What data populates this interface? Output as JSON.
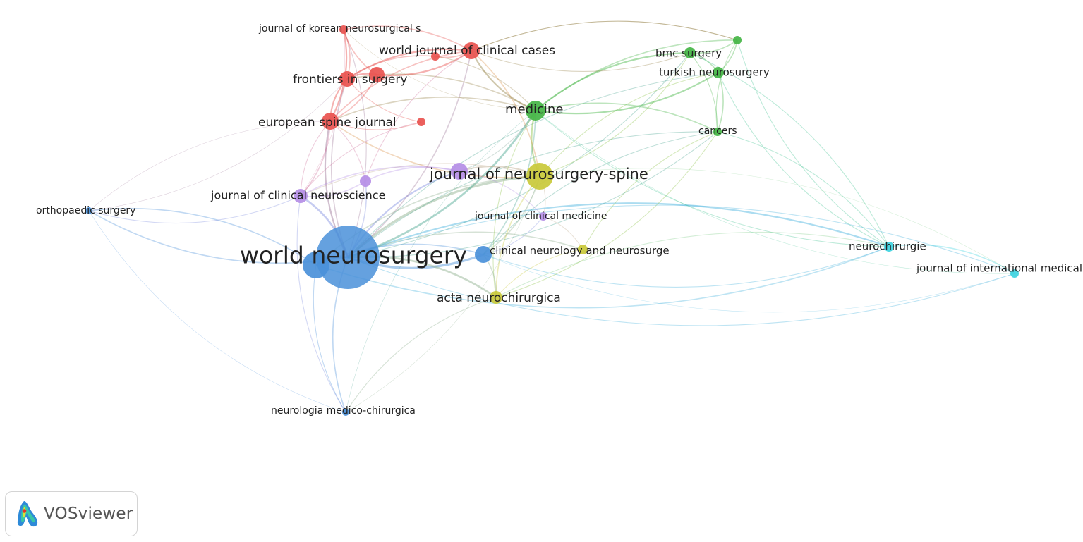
{
  "viewer": {
    "app_name": "VOSviewer"
  },
  "colors": {
    "red": "#e9534f",
    "green": "#44b545",
    "blue": "#4a90d9",
    "yellow": "#c9c93a",
    "purple": "#b58ee6",
    "cyan": "#3dd3e0"
  },
  "network": {
    "type": "journal co-citation map",
    "nodes": [
      {
        "id": "wn",
        "label": "world neurosurgery",
        "cluster": "blue",
        "weight": 100
      },
      {
        "id": "wnb",
        "label": "",
        "cluster": "blue",
        "weight": 14
      },
      {
        "id": "jns",
        "label": "journal of neurosurgery-spine",
        "cluster": "yellow",
        "weight": 18
      },
      {
        "id": "med",
        "label": "medicine",
        "cluster": "green",
        "weight": 14
      },
      {
        "id": "esj",
        "label": "european spine journal",
        "cluster": "red",
        "weight": 11
      },
      {
        "id": "wjcc",
        "label": "world journal of clinical cases",
        "cluster": "red",
        "weight": 11
      },
      {
        "id": "fis",
        "label": "frontiers in surgery",
        "cluster": "red",
        "weight": 10
      },
      {
        "id": "red4",
        "label": "",
        "cluster": "red",
        "weight": 8
      },
      {
        "id": "jkns",
        "label": "journal of korean neurosurgical s",
        "cluster": "red",
        "weight": 5
      },
      {
        "id": "red6",
        "label": "",
        "cluster": "red",
        "weight": 5
      },
      {
        "id": "red7",
        "label": "",
        "cluster": "red",
        "weight": 5
      },
      {
        "id": "cnn",
        "label": "clinical neurology and neurosurge",
        "cluster": "blue",
        "weight": 12
      },
      {
        "id": "an",
        "label": "acta neurochirurgica",
        "cluster": "yellow",
        "weight": 9
      },
      {
        "id": "yel3",
        "label": "",
        "cluster": "yellow",
        "weight": 7
      },
      {
        "id": "jcn",
        "label": "journal of clinical neuroscience",
        "cluster": "purple",
        "weight": 9
      },
      {
        "id": "pur2",
        "label": "",
        "cluster": "purple",
        "weight": 11
      },
      {
        "id": "pur3",
        "label": "",
        "cluster": "purple",
        "weight": 8
      },
      {
        "id": "jcm",
        "label": "journal of clinical medicine",
        "cluster": "purple",
        "weight": 5
      },
      {
        "id": "bmc",
        "label": "bmc surgery",
        "cluster": "green",
        "weight": 6
      },
      {
        "id": "tns",
        "label": "turkish neurosurgery",
        "cluster": "green",
        "weight": 6
      },
      {
        "id": "can",
        "label": "cancers",
        "cluster": "green",
        "weight": 5
      },
      {
        "id": "grn5",
        "label": "",
        "cluster": "green",
        "weight": 5
      },
      {
        "id": "nch",
        "label": "neurochirurgie",
        "cluster": "cyan",
        "weight": 6
      },
      {
        "id": "jim",
        "label": "journal of international medical",
        "cluster": "cyan",
        "weight": 5
      },
      {
        "id": "os",
        "label": "orthopaedic surgery",
        "cluster": "blue",
        "weight": 4
      },
      {
        "id": "nmc",
        "label": "neurologia medico-chirurgica",
        "cluster": "blue",
        "weight": 4
      }
    ],
    "edges": [
      [
        "wn",
        "wnb",
        5
      ],
      [
        "wn",
        "jns",
        6
      ],
      [
        "wn",
        "cnn",
        6
      ],
      [
        "wn",
        "an",
        5
      ],
      [
        "wn",
        "med",
        5
      ],
      [
        "wn",
        "esj",
        4
      ],
      [
        "wn",
        "jcn",
        5
      ],
      [
        "wn",
        "pur2",
        4
      ],
      [
        "wn",
        "pur3",
        3
      ],
      [
        "wn",
        "fis",
        3
      ],
      [
        "wn",
        "wjcc",
        3
      ],
      [
        "wn",
        "os",
        3
      ],
      [
        "wn",
        "nmc",
        3
      ],
      [
        "wn",
        "nch",
        4
      ],
      [
        "wn",
        "jim",
        2
      ],
      [
        "wn",
        "tns",
        2
      ],
      [
        "wn",
        "bmc",
        2
      ],
      [
        "wn",
        "can",
        2
      ],
      [
        "wn",
        "jkns",
        2
      ],
      [
        "wn",
        "yel3",
        3
      ],
      [
        "wnb",
        "os",
        3
      ],
      [
        "wnb",
        "cnn",
        3
      ],
      [
        "wnb",
        "nch",
        3
      ],
      [
        "wnb",
        "jns",
        3
      ],
      [
        "wnb",
        "nmc",
        2
      ],
      [
        "jns",
        "med",
        4
      ],
      [
        "jns",
        "an",
        3
      ],
      [
        "jns",
        "cnn",
        3
      ],
      [
        "jns",
        "pur2",
        4
      ],
      [
        "jns",
        "esj",
        3
      ],
      [
        "jns",
        "wjcc",
        3
      ],
      [
        "jns",
        "tns",
        2
      ],
      [
        "jns",
        "bmc",
        2
      ],
      [
        "jns",
        "jcm",
        2
      ],
      [
        "jns",
        "jcn",
        2
      ],
      [
        "med",
        "wjcc",
        4
      ],
      [
        "med",
        "fis",
        3
      ],
      [
        "med",
        "bmc",
        4
      ],
      [
        "med",
        "tns",
        4
      ],
      [
        "med",
        "can",
        3
      ],
      [
        "med",
        "esj",
        3
      ],
      [
        "med",
        "grn5",
        3
      ],
      [
        "med",
        "an",
        2
      ],
      [
        "med",
        "cnn",
        3
      ],
      [
        "med",
        "nch",
        2
      ],
      [
        "esj",
        "fis",
        4
      ],
      [
        "esj",
        "jkns",
        4
      ],
      [
        "esj",
        "wjcc",
        3
      ],
      [
        "esj",
        "red4",
        3
      ],
      [
        "esj",
        "jcn",
        3
      ],
      [
        "wjcc",
        "fis",
        4
      ],
      [
        "wjcc",
        "red4",
        4
      ],
      [
        "wjcc",
        "jkns",
        3
      ],
      [
        "wjcc",
        "red6",
        3
      ],
      [
        "wjcc",
        "bmc",
        2
      ],
      [
        "wjcc",
        "grn5",
        2
      ],
      [
        "fis",
        "jkns",
        3
      ],
      [
        "fis",
        "red4",
        4
      ],
      [
        "fis",
        "red7",
        2
      ],
      [
        "red4",
        "jkns",
        3
      ],
      [
        "red6",
        "fis",
        3
      ],
      [
        "red7",
        "esj",
        2
      ],
      [
        "red7",
        "jcn",
        2
      ],
      [
        "cnn",
        "an",
        3
      ],
      [
        "cnn",
        "jcm",
        2
      ],
      [
        "cnn",
        "can",
        2
      ],
      [
        "cnn",
        "nch",
        2
      ],
      [
        "an",
        "yel3",
        2
      ],
      [
        "an",
        "nmc",
        2
      ],
      [
        "an",
        "nch",
        2
      ],
      [
        "an",
        "can",
        2
      ],
      [
        "yel3",
        "can",
        2
      ],
      [
        "yel3",
        "jcm",
        2
      ],
      [
        "jcn",
        "pur2",
        3
      ],
      [
        "jcn",
        "pur3",
        3
      ],
      [
        "jcn",
        "os",
        2
      ],
      [
        "jcn",
        "nmc",
        2
      ],
      [
        "jcn",
        "esj",
        2
      ],
      [
        "pur2",
        "pur3",
        3
      ],
      [
        "pur2",
        "jcm",
        2
      ],
      [
        "pur3",
        "esj",
        2
      ],
      [
        "pur3",
        "wjcc",
        2
      ],
      [
        "pur2",
        "med",
        2
      ],
      [
        "bmc",
        "tns",
        3
      ],
      [
        "bmc",
        "grn5",
        3
      ],
      [
        "bmc",
        "can",
        2
      ],
      [
        "tns",
        "grn5",
        3
      ],
      [
        "tns",
        "can",
        3
      ],
      [
        "grn5",
        "nch",
        2
      ],
      [
        "can",
        "nch",
        2
      ],
      [
        "tns",
        "nch",
        2
      ],
      [
        "bmc",
        "nch",
        2
      ],
      [
        "grn5",
        "can",
        2
      ],
      [
        "nch",
        "jim",
        3
      ],
      [
        "jim",
        "wn",
        2
      ],
      [
        "jim",
        "cnn",
        1
      ],
      [
        "jim",
        "jns",
        1
      ],
      [
        "jim",
        "med",
        1
      ],
      [
        "os",
        "nmc",
        1
      ],
      [
        "os",
        "esj",
        1
      ],
      [
        "os",
        "fis",
        1
      ],
      [
        "nmc",
        "med",
        1
      ],
      [
        "nmc",
        "jns",
        1
      ],
      [
        "med",
        "jkns",
        1
      ],
      [
        "med",
        "red6",
        2
      ],
      [
        "jkns",
        "jcn",
        1
      ],
      [
        "grn5",
        "wjcc",
        2
      ],
      [
        "can",
        "wn",
        2
      ]
    ]
  }
}
